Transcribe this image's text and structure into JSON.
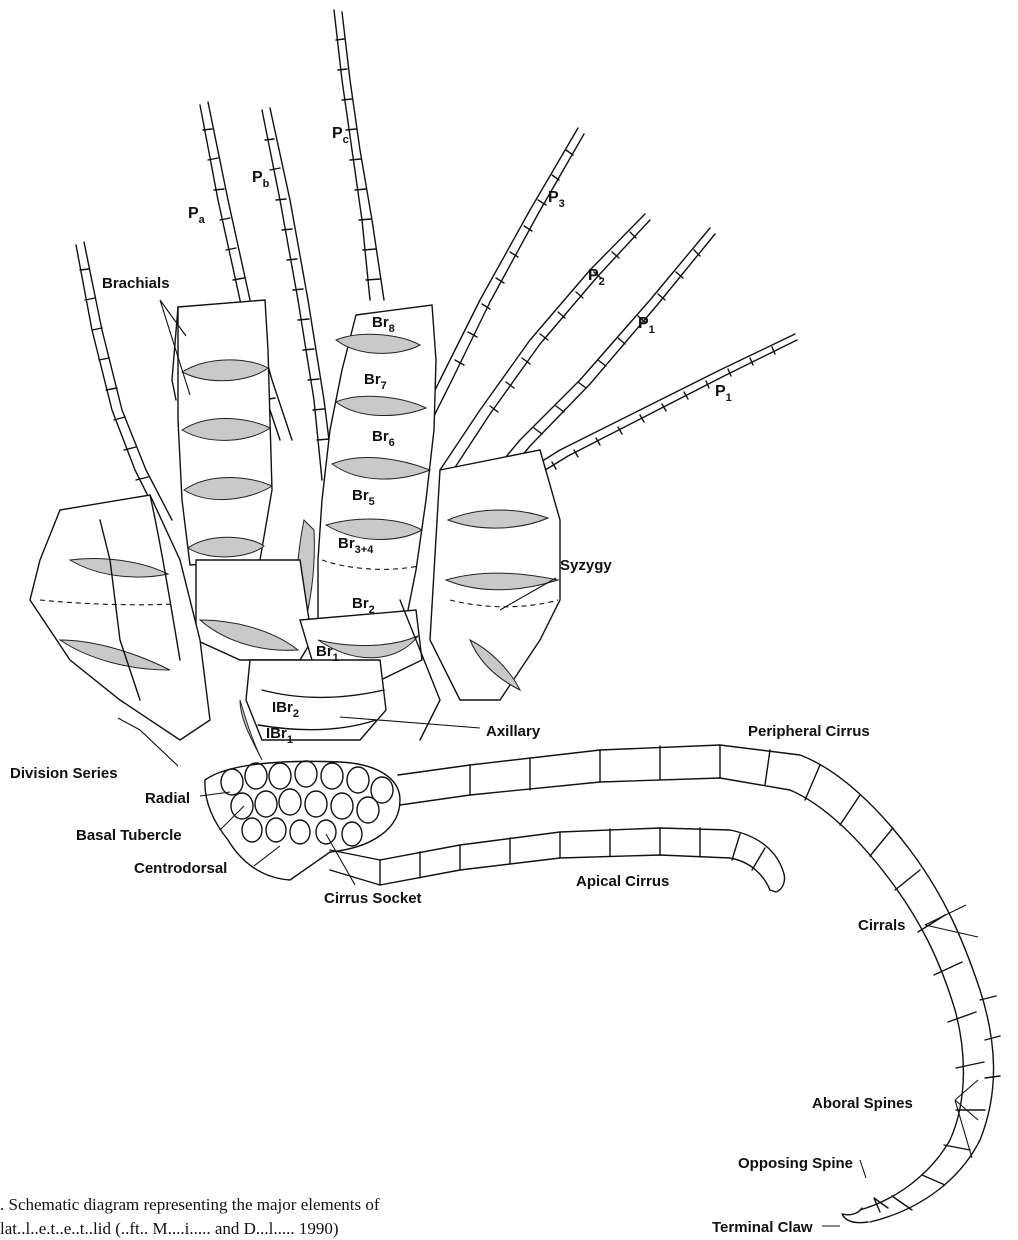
{
  "labels": {
    "pa": "P",
    "pa_sub": "a",
    "pb": "P",
    "pb_sub": "b",
    "pc": "P",
    "pc_sub": "c",
    "p3": "P",
    "p3_sub": "3",
    "p2": "P",
    "p2_sub": "2",
    "p1_upper": "P",
    "p1_upper_sub": "1",
    "p1_lower": "P",
    "p1_lower_sub": "1",
    "brachials": "Brachials",
    "br8": "Br",
    "br8_sub": "8",
    "br7": "Br",
    "br7_sub": "7",
    "br6": "Br",
    "br6_sub": "6",
    "br5": "Br",
    "br5_sub": "5",
    "br34": "Br",
    "br34_sub": "3+4",
    "br2": "Br",
    "br2_sub": "2",
    "br1": "Br",
    "br1_sub": "1",
    "ibr2": "IBr",
    "ibr2_sub": "2",
    "ibr1": "IBr",
    "ibr1_sub": "1",
    "syzygy": "Syzygy",
    "axillary": "Axillary",
    "peripheral_cirrus": "Peripheral Cirrus",
    "division_series": "Division Series",
    "radial": "Radial",
    "basal_tubercle": "Basal Tubercle",
    "centrodorsal": "Centrodorsal",
    "cirrus_socket": "Cirrus Socket",
    "apical_cirrus": "Apical Cirrus",
    "cirrals": "Cirrals",
    "aboral_spines": "Aboral Spines",
    "opposing_spine": "Opposing Spine",
    "terminal_claw": "Terminal Claw"
  },
  "caption": {
    "line1": ". Schematic diagram representing the major elements of",
    "line2": "lat..l..e.t..e..t..lid (..ft.. M....i..... and D...l..... 1990)"
  }
}
